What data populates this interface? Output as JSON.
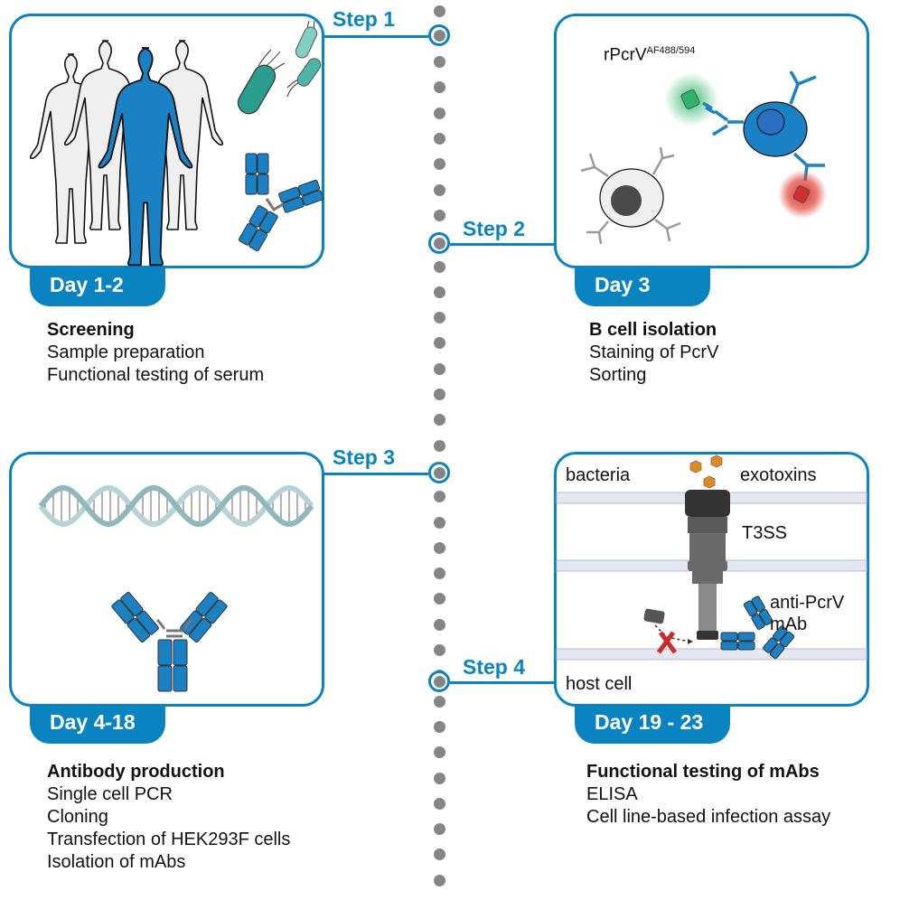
{
  "steps": [
    {
      "step_label": "Step 1",
      "day": "Day 1-2",
      "title": "Screening",
      "items": [
        "Sample preparation",
        "Functional testing of serum"
      ],
      "illustration": "human-cohort-bacteria-antibody"
    },
    {
      "step_label": "Step 2",
      "day": "Day 3",
      "title": "B cell isolation",
      "items": [
        "Staining of PcrV",
        "Sorting"
      ],
      "illustration": "b-cell-staining",
      "labels": {
        "antigen": "rPcrV",
        "antigen_superscript": "AF488/594"
      }
    },
    {
      "step_label": "Step 3",
      "day": "Day 4-18",
      "title": "Antibody production",
      "items": [
        "Single cell PCR",
        "Cloning",
        "Transfection of HEK293F cells",
        "Isolation of mAbs"
      ],
      "illustration": "dna-and-antibody"
    },
    {
      "step_label": "Step 4",
      "day": "Day 19 - 23",
      "title": "Functional testing of mAbs",
      "items": [
        "ELISA",
        "Cell line-based infection assay"
      ],
      "illustration": "t3ss-blocking",
      "labels": {
        "bacteria": "bacteria",
        "exotoxins": "exotoxins",
        "t3ss": "T3SS",
        "mab_line1": "anti-PcrV",
        "mab_line2": "mAb",
        "host": "host cell"
      }
    }
  ],
  "colors": {
    "accent": "#0a84c0",
    "timeline_dot": "#858585",
    "antibody": "#1a82c4",
    "bacteria": "#2a9d8f",
    "green_fluor": "#2db36b",
    "red_fluor": "#d0312d",
    "exotoxin": "#d98a2b"
  }
}
